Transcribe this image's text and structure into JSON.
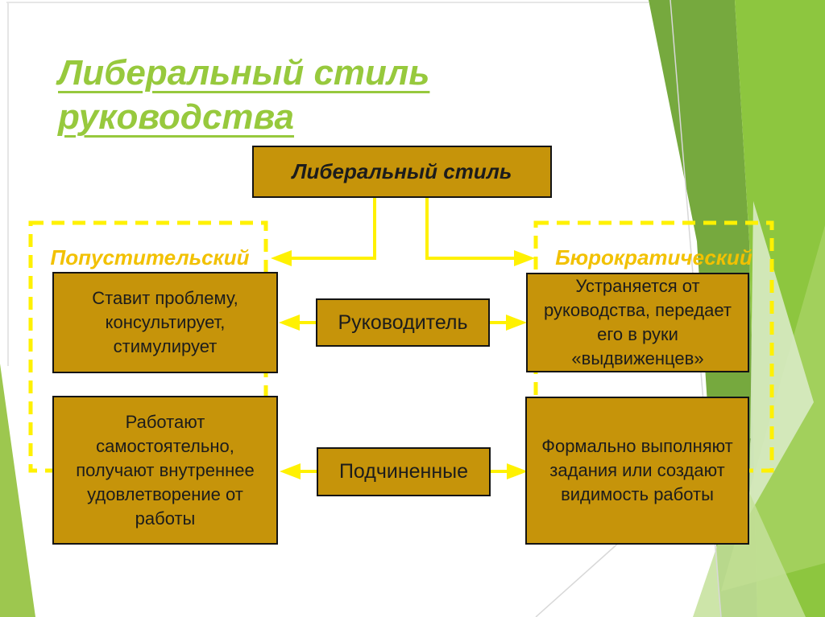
{
  "slide": {
    "title": "Либеральный стиль\nруководства",
    "diagram": {
      "root": "Либеральный стиль",
      "left_branch_label": "Попустительский",
      "right_branch_label": "Бюрократический",
      "leader": "Руководитель",
      "subordinates": "Подчиненные",
      "permissive_leader_behavior": "Ставит проблему,\nконсультирует,\nстимулирует",
      "permissive_subordinates_behavior": "Работают\nсамостоятельно,\nполучают внутреннее\nудовлетворение от\nработы",
      "bureaucratic_leader_behavior": "Устраняется от\nруководства, передает\nего в руки\n«выдвиженцев»",
      "bureaucratic_subordinates_behavior": "Формально выполняют\nзадания или создают\nвидимость работы"
    }
  },
  "colors": {
    "title_green": "#97C93D",
    "box_fill": "#C6940A",
    "box_border": "#141414",
    "box_text": "#1C1C1C",
    "connector_yellow": "#FFF101",
    "branch_label_gold": "#F2C101",
    "deco_green_bright": "#8DC63F",
    "deco_green_medium": "#76A93E",
    "deco_green_light": "#A6D162",
    "deco_green_pale": "#D8EAC4",
    "corner_green": "#9DC74F",
    "frame_gray": "#E6E6E6"
  }
}
